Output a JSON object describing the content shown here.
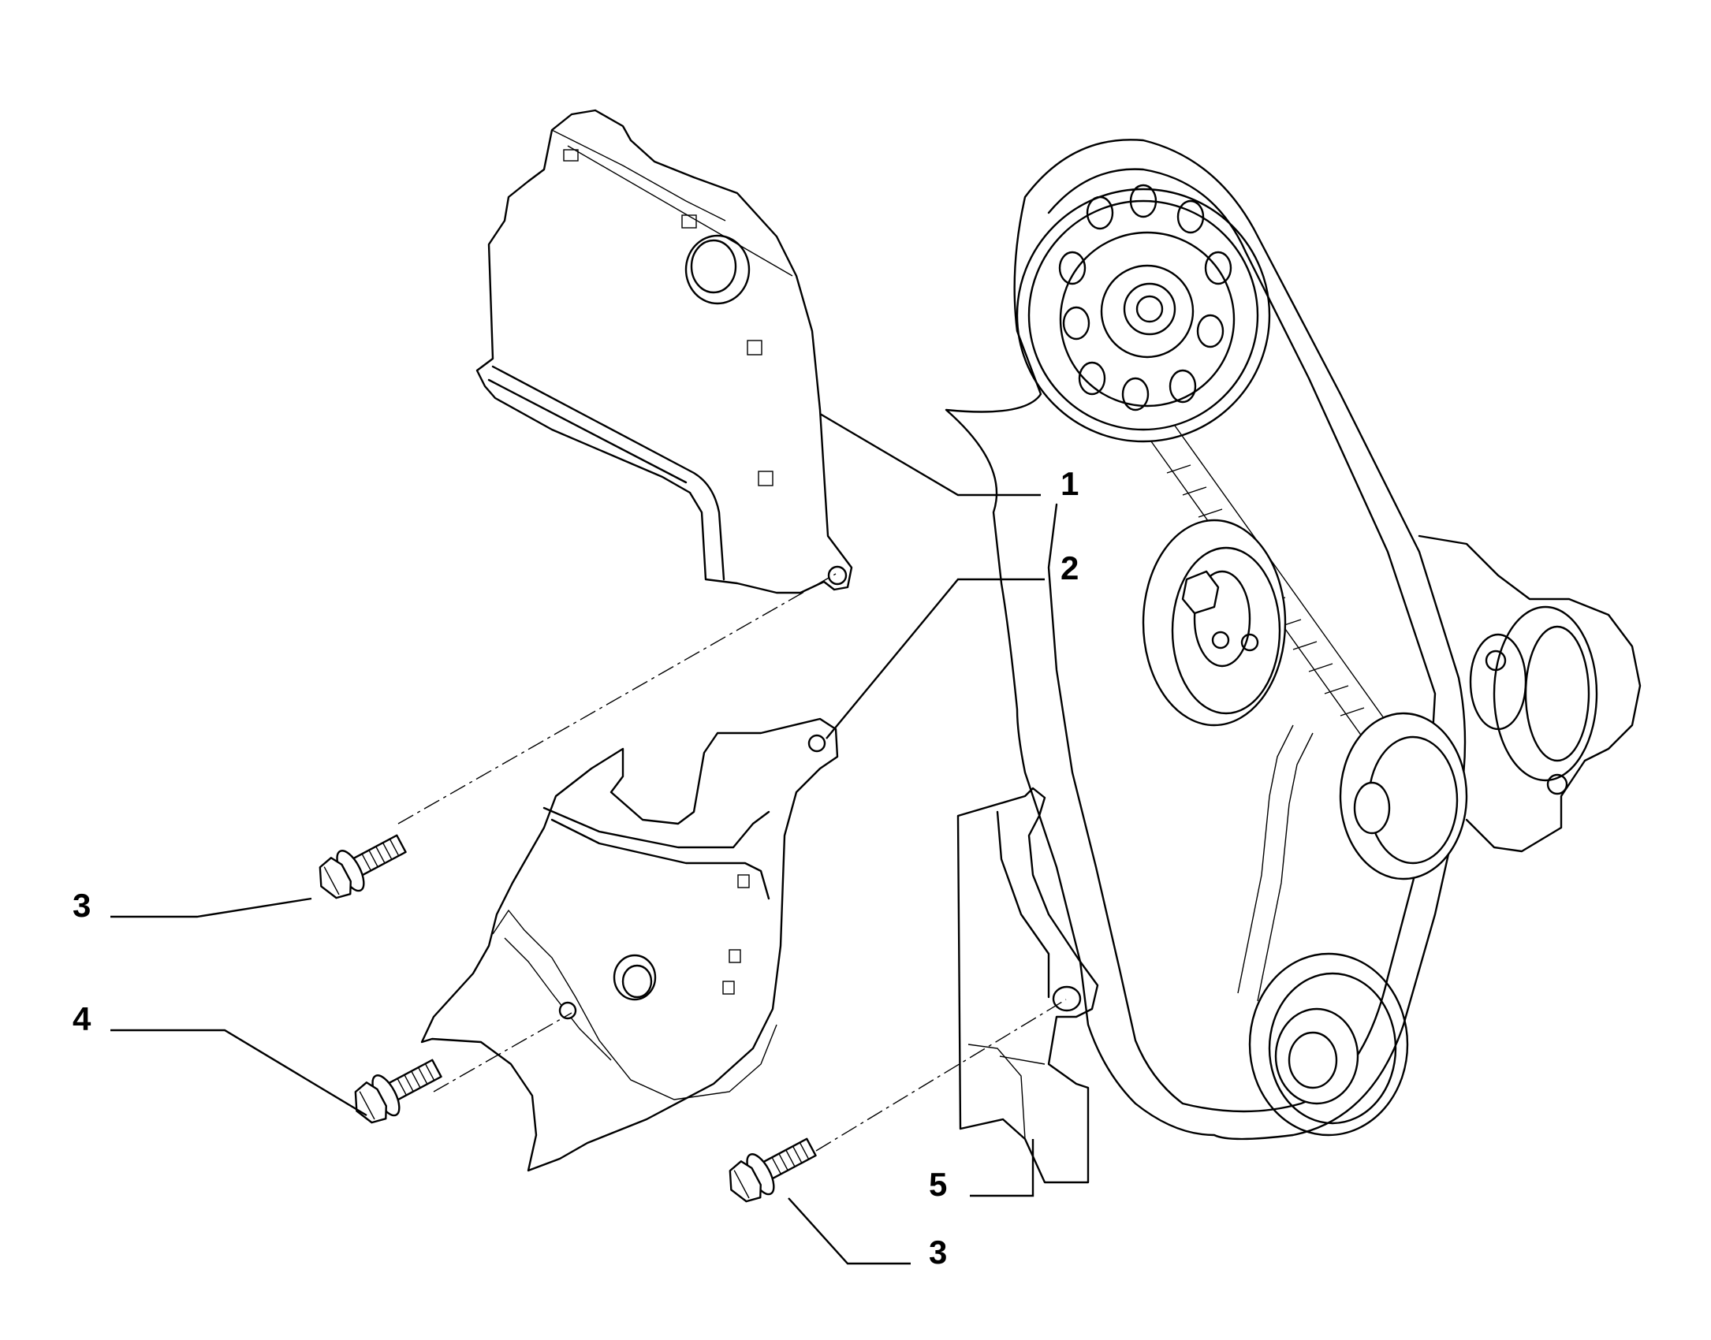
{
  "diagram": {
    "callouts": [
      {
        "id": "c1",
        "label": "1"
      },
      {
        "id": "c2",
        "label": "2"
      },
      {
        "id": "c3a",
        "label": "3"
      },
      {
        "id": "c4",
        "label": "4"
      },
      {
        "id": "c5",
        "label": "5"
      },
      {
        "id": "c3b",
        "label": "3"
      }
    ],
    "icons": [
      "upper-cover-icon",
      "lower-cover-icon",
      "plate-icon",
      "bolt-icon",
      "belt-drive-icon"
    ]
  }
}
